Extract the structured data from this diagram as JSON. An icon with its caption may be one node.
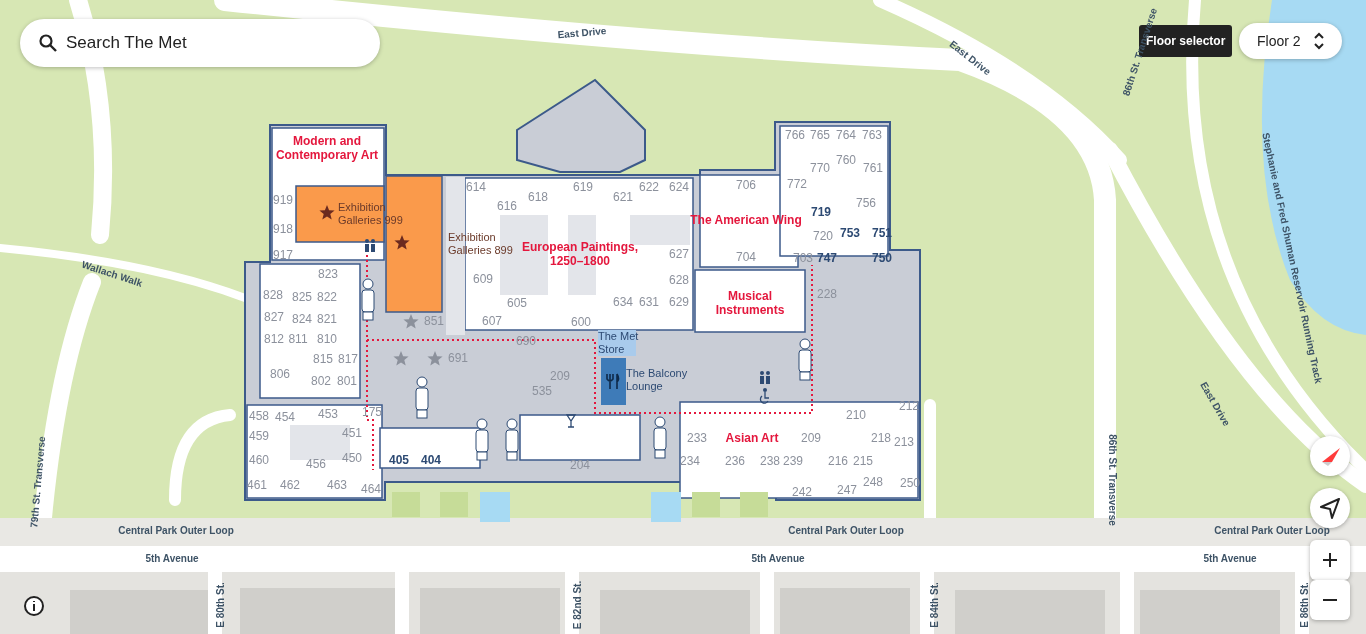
{
  "diagram": {
    "labels": [
      "Search The Met",
      "East Drive",
      "Floor selector",
      "Floor 2",
      "East Drive",
      "86th St. Transverse",
      "766",
      "765",
      "764",
      "763",
      "Modern and Contemporary Art",
      "770",
      "760",
      "761",
      "614",
      "619",
      "622",
      "624",
      "706",
      "772",
      "919",
      "616",
      "618",
      "621",
      "756",
      "Exhibition Galleries 999",
      "719",
      "The American Wing",
      "918",
      "720",
      "753",
      "751",
      "Exhibition Galleries 899",
      "917",
      "European Paintings, 1250–1800",
      "627",
      "704",
      "703",
      "747",
      "750",
      "Stephanie and Fred Shuman Reservoir Running Track",
      "Wallach Walk",
      "823",
      "609",
      "628",
      "828",
      "825",
      "822",
      "605",
      "634",
      "631",
      "629",
      "Musical Instruments",
      "228",
      "827",
      "824",
      "821",
      "851",
      "607",
      "600",
      "812",
      "811",
      "810",
      "690",
      "The Met Store",
      "815",
      "817",
      "691",
      "806",
      "802",
      "801",
      "209",
      "The Balcony Lounge",
      "535",
      "212",
      "East Drive",
      "458",
      "454",
      "453",
      "175",
      "210",
      "459",
      "451",
      "233",
      "Asian Art",
      "209",
      "218",
      "213",
      "460",
      "456",
      "450",
      "405",
      "404",
      "204",
      "234",
      "236",
      "238",
      "239",
      "216",
      "215",
      "79th St. Transverse",
      "461",
      "462",
      "463",
      "464",
      "242",
      "247",
      "248",
      "250",
      "86th St. Transverse",
      "Central Park Outer Loop",
      "Central Park Outer Loop",
      "Central Park Outer Loop",
      "5th Avenue",
      "5th Avenue",
      "5th Avenue",
      "E 80th St.",
      "E 82nd St.",
      "E 84th St.",
      "E 86th St."
    ]
  }
}
